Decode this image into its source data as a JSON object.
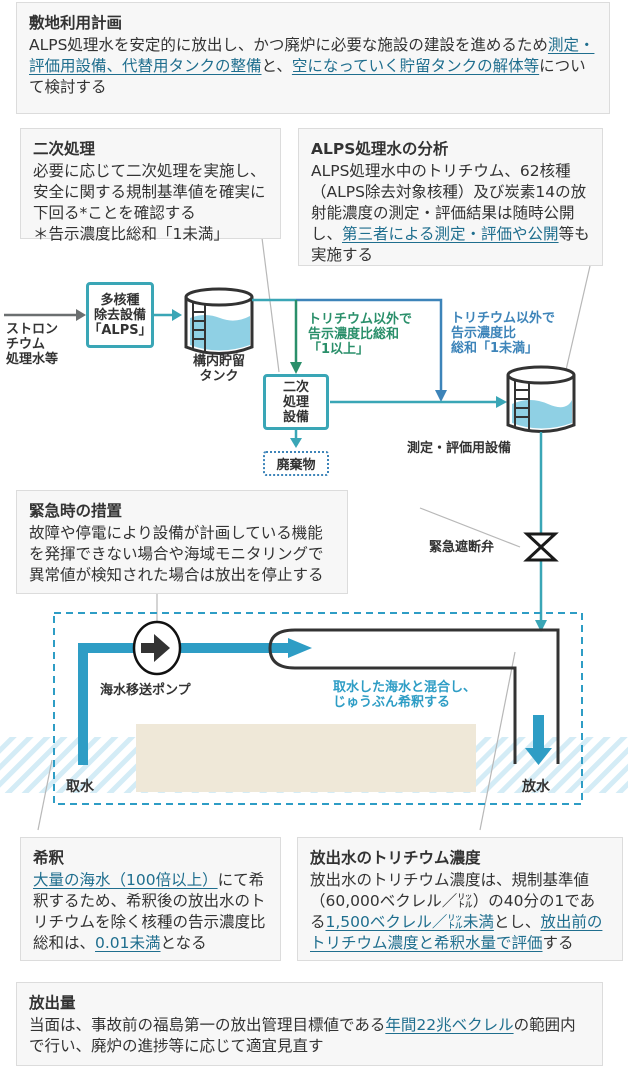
{
  "colors": {
    "pipe_teal": "#3aa6b6",
    "pipe_green": "#2a8f6a",
    "pipe_blue": "#3d84b9",
    "sea_pipe": "#2e9dc5",
    "water_fill": "#8fd0e4",
    "link": "#1f6e8e",
    "ground": "#efe8d8",
    "sea_hatch": "#d4ecf6"
  },
  "site_plan": {
    "title": "敷地利用計画",
    "text_1": "ALPS処理水を安定的に放出し、かつ廃炉に必要な施設の建設を進めるため",
    "link_1": "測定・評価用設備、代替用タンクの整備",
    "text_2": "と、",
    "link_2": "空になっていく貯留タンクの解体等",
    "text_3": "について検討する"
  },
  "secondary_treatment": {
    "title": "二次処理",
    "text": "必要に応じて二次処理を実施し、安全に関する規制基準値を確実に下回る*ことを確認する",
    "note": "＊告示濃度比総和「1未満」"
  },
  "alps_analysis": {
    "title": "ALPS処理水の分析",
    "text_1": "ALPS処理水中のトリチウム、62核種（ALPS除去対象核種）及び炭素14の放射能濃度の測定・評価結果は随時公開し、",
    "link_1": "第三者による測定・評価や公開",
    "text_2": "等も実施する"
  },
  "emergency": {
    "title": "緊急時の措置",
    "text": "故障や停電により設備が計画している機能を発揮できない場合や海域モニタリングで異常値が検知された場合は放出を停止する"
  },
  "dilution": {
    "title": "希釈",
    "link_1": "大量の海水（100倍以上）",
    "text_1": "にて希釈するため、希釈後の放出水のトリチウムを除く核種の告示濃度比総和は、",
    "link_2": "0.01未満",
    "text_2": "となる"
  },
  "tritium_concentration": {
    "title": "放出水のトリチウム濃度",
    "text_1": "放出水のトリチウム濃度は、規制基準値（60,000ベクレル／㍑）の40分の1である",
    "link_1": "1,500ベクレル／㍑未満",
    "text_2": "とし、",
    "link_2": "放出前のトリチウム濃度と希釈水量で評価",
    "text_3": "する"
  },
  "release_amount": {
    "title": "放出量",
    "text_1": "当面は、事故前の福島第一の放出管理目標値である",
    "link_1": "年間22兆ベクレル",
    "text_2": "の範囲内で行い、廃炉の進捗等に応じて適宜見直す"
  },
  "diagram": {
    "input_label": [
      "ストロン",
      "チウム",
      "処理水等"
    ],
    "alps_box": [
      "多核種",
      "除去設備",
      "「ALPS」"
    ],
    "storage_tank": [
      "構内貯留",
      "タンク"
    ],
    "secondary_box": [
      "二次",
      "処理",
      "設備"
    ],
    "waste": "廃棄物",
    "green_route": [
      "トリチウム以外で",
      "告示濃度比総和",
      "「1以上」"
    ],
    "blue_route": [
      "トリチウム以外で",
      "告示濃度比",
      "総和「1未満」"
    ],
    "measurement_facility": "測定・評価用設備",
    "shutoff_valve": "緊急遮断弁",
    "seawater_pump": "海水移送ポンプ",
    "mixing_note": [
      "取水した海水と混合し、",
      "じゅうぶん希釈する"
    ],
    "intake": "取水",
    "discharge": "放水"
  }
}
